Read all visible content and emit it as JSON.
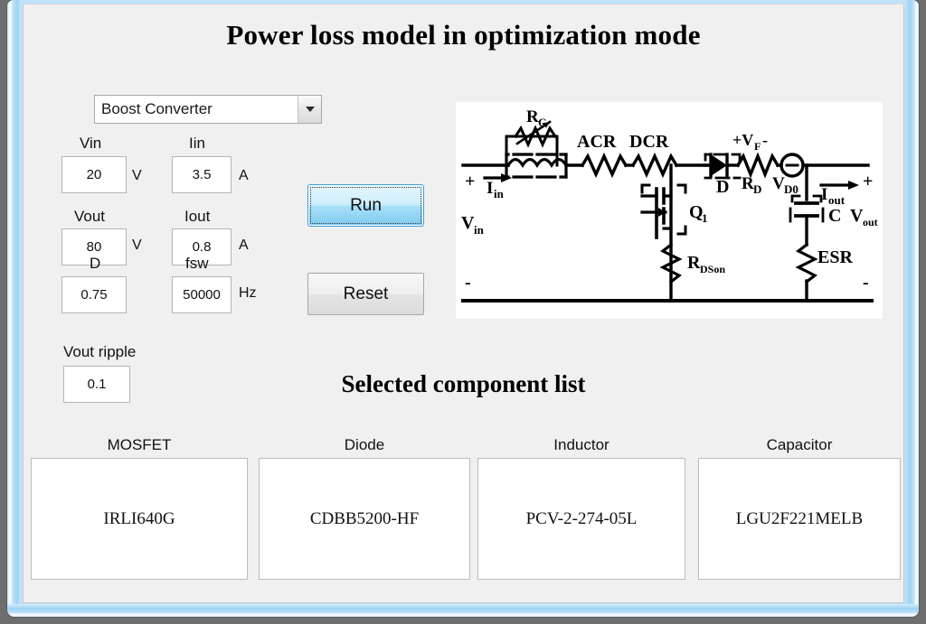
{
  "window": {
    "app_title": "Power loss model in optimization mode",
    "component_list_title": "Selected component list"
  },
  "converter": {
    "selected": "Boost Converter",
    "arrow_icon": "chevron-down-icon"
  },
  "parameters": [
    {
      "name": "vin",
      "label": "Vin",
      "value": "20",
      "unit": "V"
    },
    {
      "name": "iin",
      "label": "Iin",
      "value": "3.5",
      "unit": "A"
    },
    {
      "name": "vout",
      "label": "Vout",
      "value": "80",
      "unit": "V"
    },
    {
      "name": "iout",
      "label": "Iout",
      "value": "0.8",
      "unit": "A"
    },
    {
      "name": "d",
      "label": "D",
      "value": "0.75",
      "unit": ""
    },
    {
      "name": "fsw",
      "label": "fsw",
      "value": "50000",
      "unit": "Hz"
    },
    {
      "name": "vout_ripple",
      "label": "Vout ripple",
      "value": "0.1",
      "unit": ""
    }
  ],
  "buttons": {
    "run": "Run",
    "reset": "Reset"
  },
  "circuit": {
    "labels": {
      "rc": "R",
      "rc_sub": "C",
      "acr": "ACR",
      "dcr": "DCR",
      "vf_plus": "+V",
      "vf_sub": "F",
      "vf_minus": "-",
      "iin": "I",
      "iin_sub": "in",
      "vin": "V",
      "vin_sub": "in",
      "diode": "D",
      "rd": "R",
      "rd_sub": "D",
      "vd0": "V",
      "vd0_sub": "D0",
      "iout": "I",
      "iout_sub": "out",
      "q1": "Q",
      "q1_sub": "1",
      "rdson": "R",
      "rdson_sub": "DSon",
      "cap": "C",
      "vout": "V",
      "vout_sub": "out",
      "esr": "ESR",
      "plus_left": "+",
      "minus_left": "-",
      "plus_right": "+",
      "minus_right": "-"
    }
  },
  "component_list": {
    "columns": [
      {
        "name": "mosfet",
        "header": "MOSFET",
        "value": "IRLI640G"
      },
      {
        "name": "diode",
        "header": "Diode",
        "value": "CDBB5200-HF"
      },
      {
        "name": "inductor",
        "header": "Inductor",
        "value": "PCV-2-274-05L"
      },
      {
        "name": "capacitor",
        "header": "Capacitor",
        "value": "LGU2F221MELB"
      }
    ]
  },
  "colors": {
    "window_bg": "#f0f0f0",
    "aero_border": "#9ed3f5",
    "run_button_accent": "#7ec9ef",
    "field_border": "#b4b4b4"
  }
}
